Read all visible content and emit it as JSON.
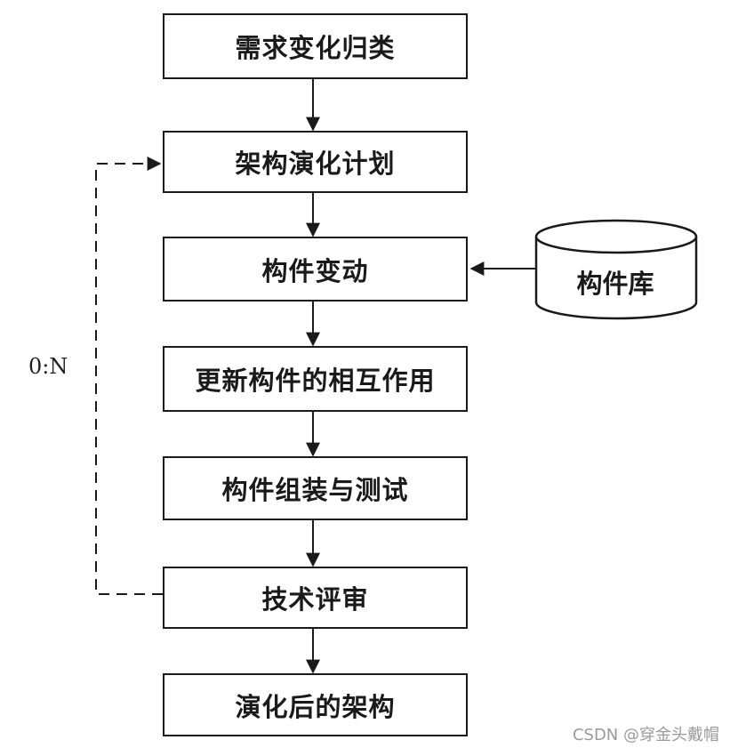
{
  "steps": [
    "需求变化归类",
    "架构演化计划",
    "构件变动",
    "更新构件的相互作用",
    "构件组装与测试",
    "技术评审",
    "演化后的架构"
  ],
  "repository": "构件库",
  "loop_label": "0:N",
  "watermark": "CSDN @穿金头戴帽",
  "colors": {
    "stroke": "#1a1a1a",
    "watermark": "#9a9a9a"
  }
}
